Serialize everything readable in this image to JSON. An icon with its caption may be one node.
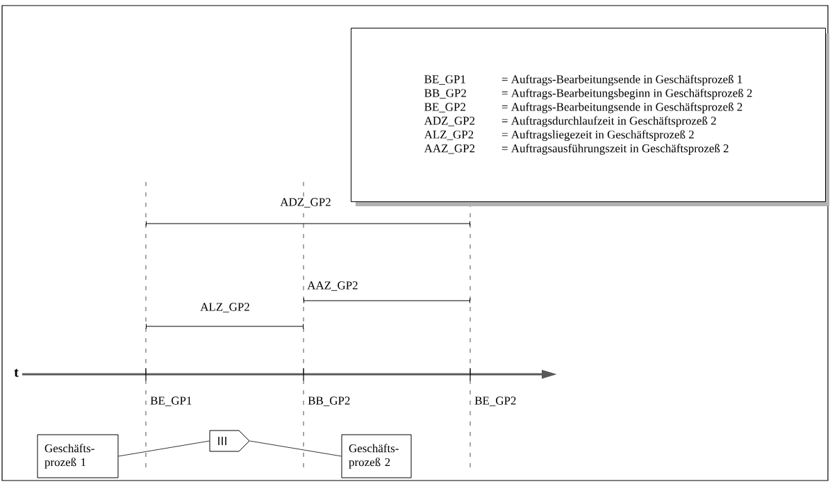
{
  "diagram": {
    "nodes": [
      {
        "text": [
          "BE_GP1",
          "= Auftrags-Bearbeitungsende in Geschäftsprozeß 1",
          "BB_GP2",
          "= Auftrags-Bearbeitungsbeginn in Geschäftsprozeß 2",
          "BE_GP2",
          "= Auftrags-Bearbeitungsende in Geschäftsprozeß 2",
          "ADZ_GP2",
          "= Auftragsdurchlaufzeit in Geschäftsprozeß 2",
          "ALZ_GP2",
          "= Auftragsliegezeit in Geschäftsprozeß 2",
          "AAZ_GP2",
          "= Auftragsausführungszeit in Geschäftsprozeß 2"
        ]
      },
      {
        "text": [
          "Geschäfts- prozeß 1"
        ]
      },
      {
        "text": [],
        "shape": "pentagon"
      },
      {
        "text": [
          "Geschäfts- prozeß 2"
        ]
      }
    ],
    "edges": [
      {
        "from": 1,
        "to": 2,
        "arrow": "none"
      },
      {
        "from": 2,
        "to": 3,
        "arrow": "none"
      }
    ],
    "labels": [
      "ADZ_GP2",
      "AAZ_GP2",
      "ALZ_GP2",
      "t",
      "BE_GP1",
      "BB_GP2",
      "BE_GP2"
    ]
  }
}
